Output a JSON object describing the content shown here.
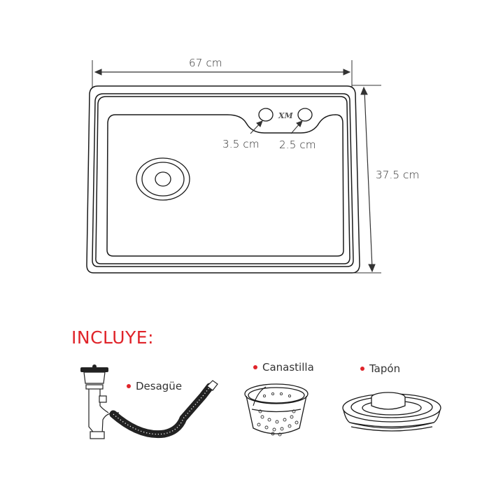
{
  "diagram": {
    "dimensions": {
      "width": "67 cm",
      "height": "37.5 cm",
      "hole_left": "3.5 cm",
      "hole_right": "2.5 cm"
    },
    "brand_logo": "XM",
    "includes": {
      "title": "INCLUYE:",
      "items": [
        {
          "label": "Desagüe",
          "icon": "drain-pipe-icon"
        },
        {
          "label": "Canastilla",
          "icon": "strainer-basket-icon"
        },
        {
          "label": "Tapón",
          "icon": "sink-stopper-icon"
        }
      ]
    },
    "colors": {
      "accent": "#e0242a",
      "line": "#1a1a1a",
      "text": "#2b2b2b"
    }
  }
}
